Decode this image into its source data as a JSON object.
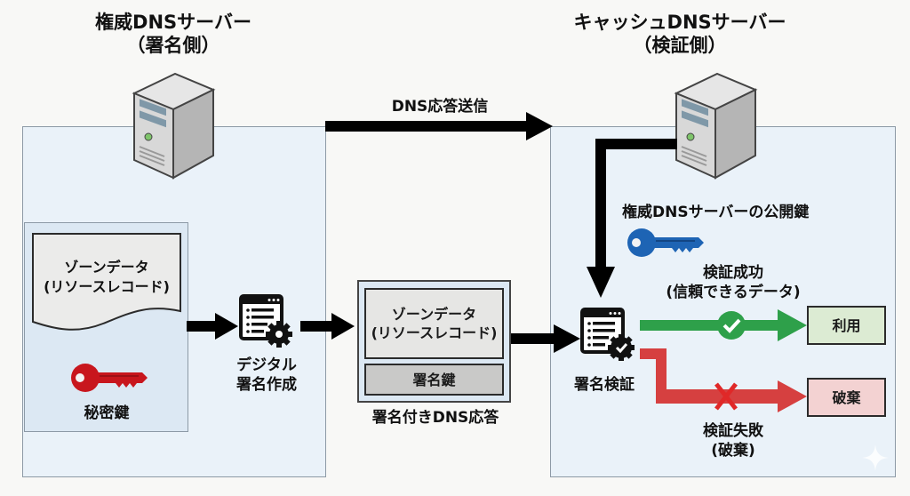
{
  "left_server": {
    "title_line1": "権威DNSサーバー",
    "title_line2": "（署名側）",
    "zone_data_line1": "ゾーンデータ",
    "zone_data_line2": "(リソースレコード)",
    "private_key_label": "秘密鍵",
    "sign_step_line1": "デジタル",
    "sign_step_line2": "署名作成"
  },
  "transfer": {
    "label": "DNS応答送信"
  },
  "signed_response": {
    "zone_data_line1": "ゾーンデータ",
    "zone_data_line2": "(リソースレコード)",
    "signature_key_label": "署名鍵",
    "caption": "署名付きDNS応答"
  },
  "right_server": {
    "title_line1": "キャッシュDNSサーバー",
    "title_line2": "（検証側）",
    "public_key_label": "権威DNSサーバーの公開鍵",
    "verify_step_label": "署名検証",
    "success_line1": "検証成功",
    "success_line2": "(信頼できるデータ)",
    "use_label": "利用",
    "failure_line1": "検証失敗",
    "failure_line2": "(破棄)",
    "discard_label": "破棄"
  },
  "colors": {
    "success": "#2ea04a",
    "failure": "#d64040",
    "private_key": "#c8161d",
    "public_key": "#1e64b4",
    "use_box": "#dcebd3",
    "discard_box": "#f3d2d2"
  }
}
